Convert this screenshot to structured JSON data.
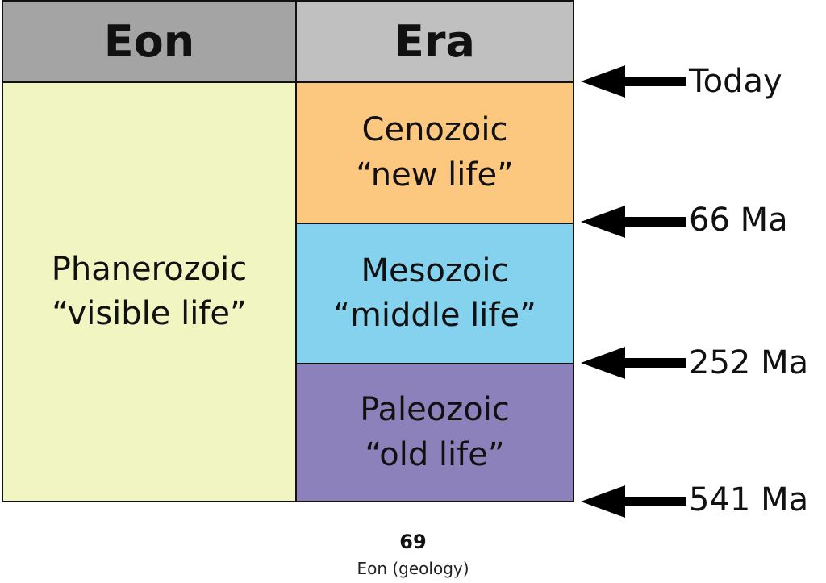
{
  "header": {
    "eon": "Eon",
    "era": "Era"
  },
  "eon": {
    "name": "Phanerozoic",
    "meaning": "“visible life”"
  },
  "eras": [
    {
      "name": "Cenozoic",
      "meaning": "“new life”",
      "color": "#fcc87f"
    },
    {
      "name": "Mesozoic",
      "meaning": "“middle life”",
      "color": "#84d2ee"
    },
    {
      "name": "Paleozoic",
      "meaning": "“old life”",
      "color": "#8c81bb"
    }
  ],
  "boundaries": [
    "Today",
    "66 Ma",
    "252 Ma",
    "541 Ma"
  ],
  "footer": {
    "number": "69",
    "caption": "Eon (geology)"
  },
  "colors": {
    "header_eon": "#a4a4a4",
    "header_era": "#c0c0c0",
    "eon_fill": "#f0f5c2"
  }
}
